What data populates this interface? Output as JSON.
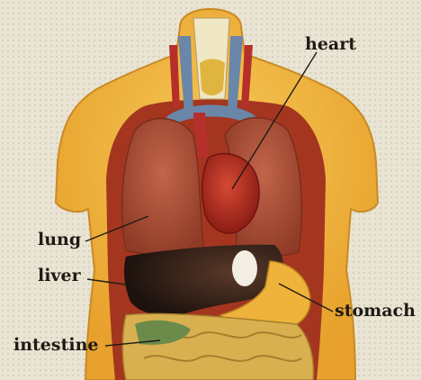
{
  "labels": {
    "heart": "heart",
    "lung": "lung",
    "liver": "liver",
    "stomach": "stomach",
    "intestine": "intestine"
  },
  "colors": {
    "background": "#e9e4d3",
    "torso_skin": "#f1b83c",
    "lung": "#b5533a",
    "heart": "#b32a1f",
    "liver": "#2a1b14",
    "stomach": "#efb23a",
    "intestine": "#d9b050",
    "vessel_blue": "#6a86a8",
    "vessel_red": "#b5302a",
    "label_text": "#1e1b16"
  }
}
